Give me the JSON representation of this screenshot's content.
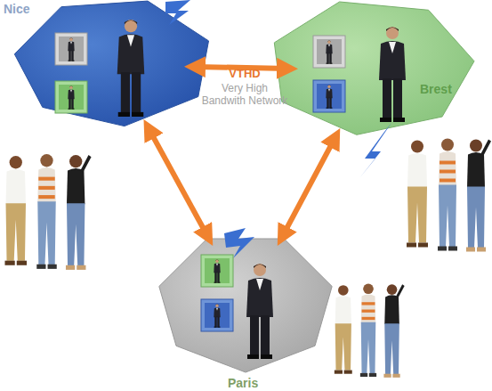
{
  "diagram": {
    "nodes": [
      {
        "text": [
          "Nice"
        ]
      },
      {
        "text": [
          "Brest"
        ]
      },
      {
        "text": [
          "Paris"
        ]
      }
    ],
    "edges": [
      {
        "from": 0,
        "to": 1,
        "arrow": "both"
      },
      {
        "from": 0,
        "to": 2,
        "arrow": "both"
      },
      {
        "from": 1,
        "to": 2,
        "arrow": "both"
      }
    ],
    "labels": [
      "VTHD",
      "Very High Bandwith Network"
    ]
  }
}
